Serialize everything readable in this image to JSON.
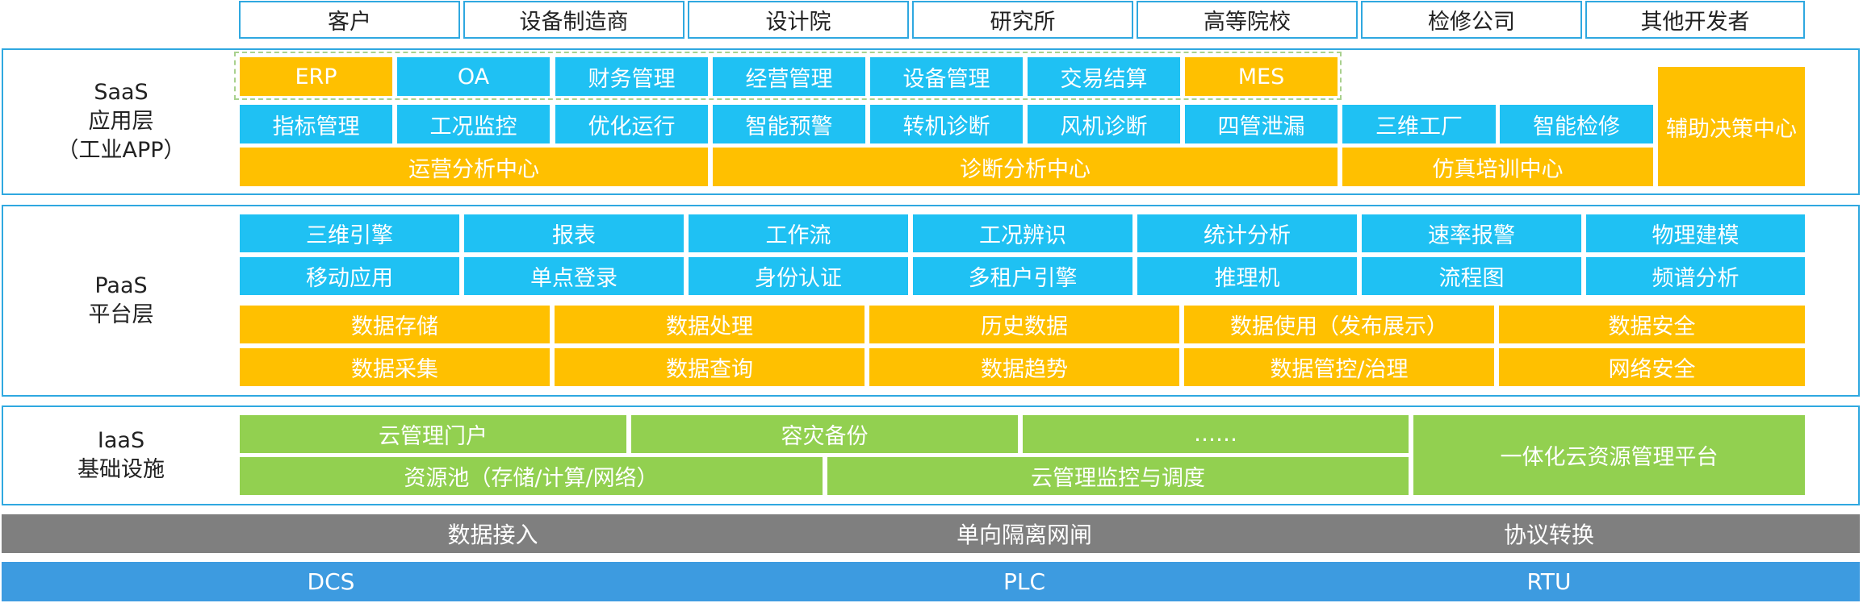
{
  "top_row": [
    "客户",
    "设备制造商",
    "设计院",
    "研究所",
    "高等院校",
    "检修公司",
    "其他开发者"
  ],
  "saas": {
    "label": [
      "SaaS",
      "应用层",
      "（工业APP）"
    ],
    "row1": [
      "ERP",
      "OA",
      "财务管理",
      "经营管理",
      "设备管理",
      "交易结算",
      "MES"
    ],
    "row2": [
      "指标管理",
      "工况监控",
      "优化运行",
      "智能预警",
      "转机诊断",
      "风机诊断",
      "四管泄漏",
      "三维工厂",
      "智能检修"
    ],
    "row3": [
      "运营分析中心",
      "诊断分析中心",
      "仿真培训中心"
    ],
    "side": "辅助决策中心"
  },
  "paas": {
    "label": [
      "PaaS",
      "平台层"
    ],
    "row1": [
      "三维引擎",
      "报表",
      "工作流",
      "工况辨识",
      "统计分析",
      "速率报警",
      "物理建模"
    ],
    "row2": [
      "移动应用",
      "单点登录",
      "身份认证",
      "多租户引擎",
      "推理机",
      "流程图",
      "频谱分析"
    ],
    "row3": [
      "数据存储",
      "数据处理",
      "历史数据",
      "数据使用（发布展示）",
      "数据安全"
    ],
    "row4": [
      "数据采集",
      "数据查询",
      "数据趋势",
      "数据管控/治理",
      "网络安全"
    ]
  },
  "iaas": {
    "label": [
      "IaaS",
      "基础设施"
    ],
    "row1": [
      "云管理门户",
      "容灾备份",
      "……"
    ],
    "row2": [
      "资源池（存储/计算/网络）",
      "云管理监控与调度"
    ],
    "side": "一体化云资源管理平台"
  },
  "gateway_bar": [
    "数据接入",
    "单向隔离网闸",
    "协议转换"
  ],
  "device_bar": [
    "DCS",
    "PLC",
    "RTU"
  ],
  "colors": {
    "blue": "#1FC1F3",
    "orange": "#FFC000",
    "green": "#92D050",
    "border": "#2FA8E0",
    "gray_bar": "#7F7F7F",
    "device_bar": "#3D9BE0"
  }
}
